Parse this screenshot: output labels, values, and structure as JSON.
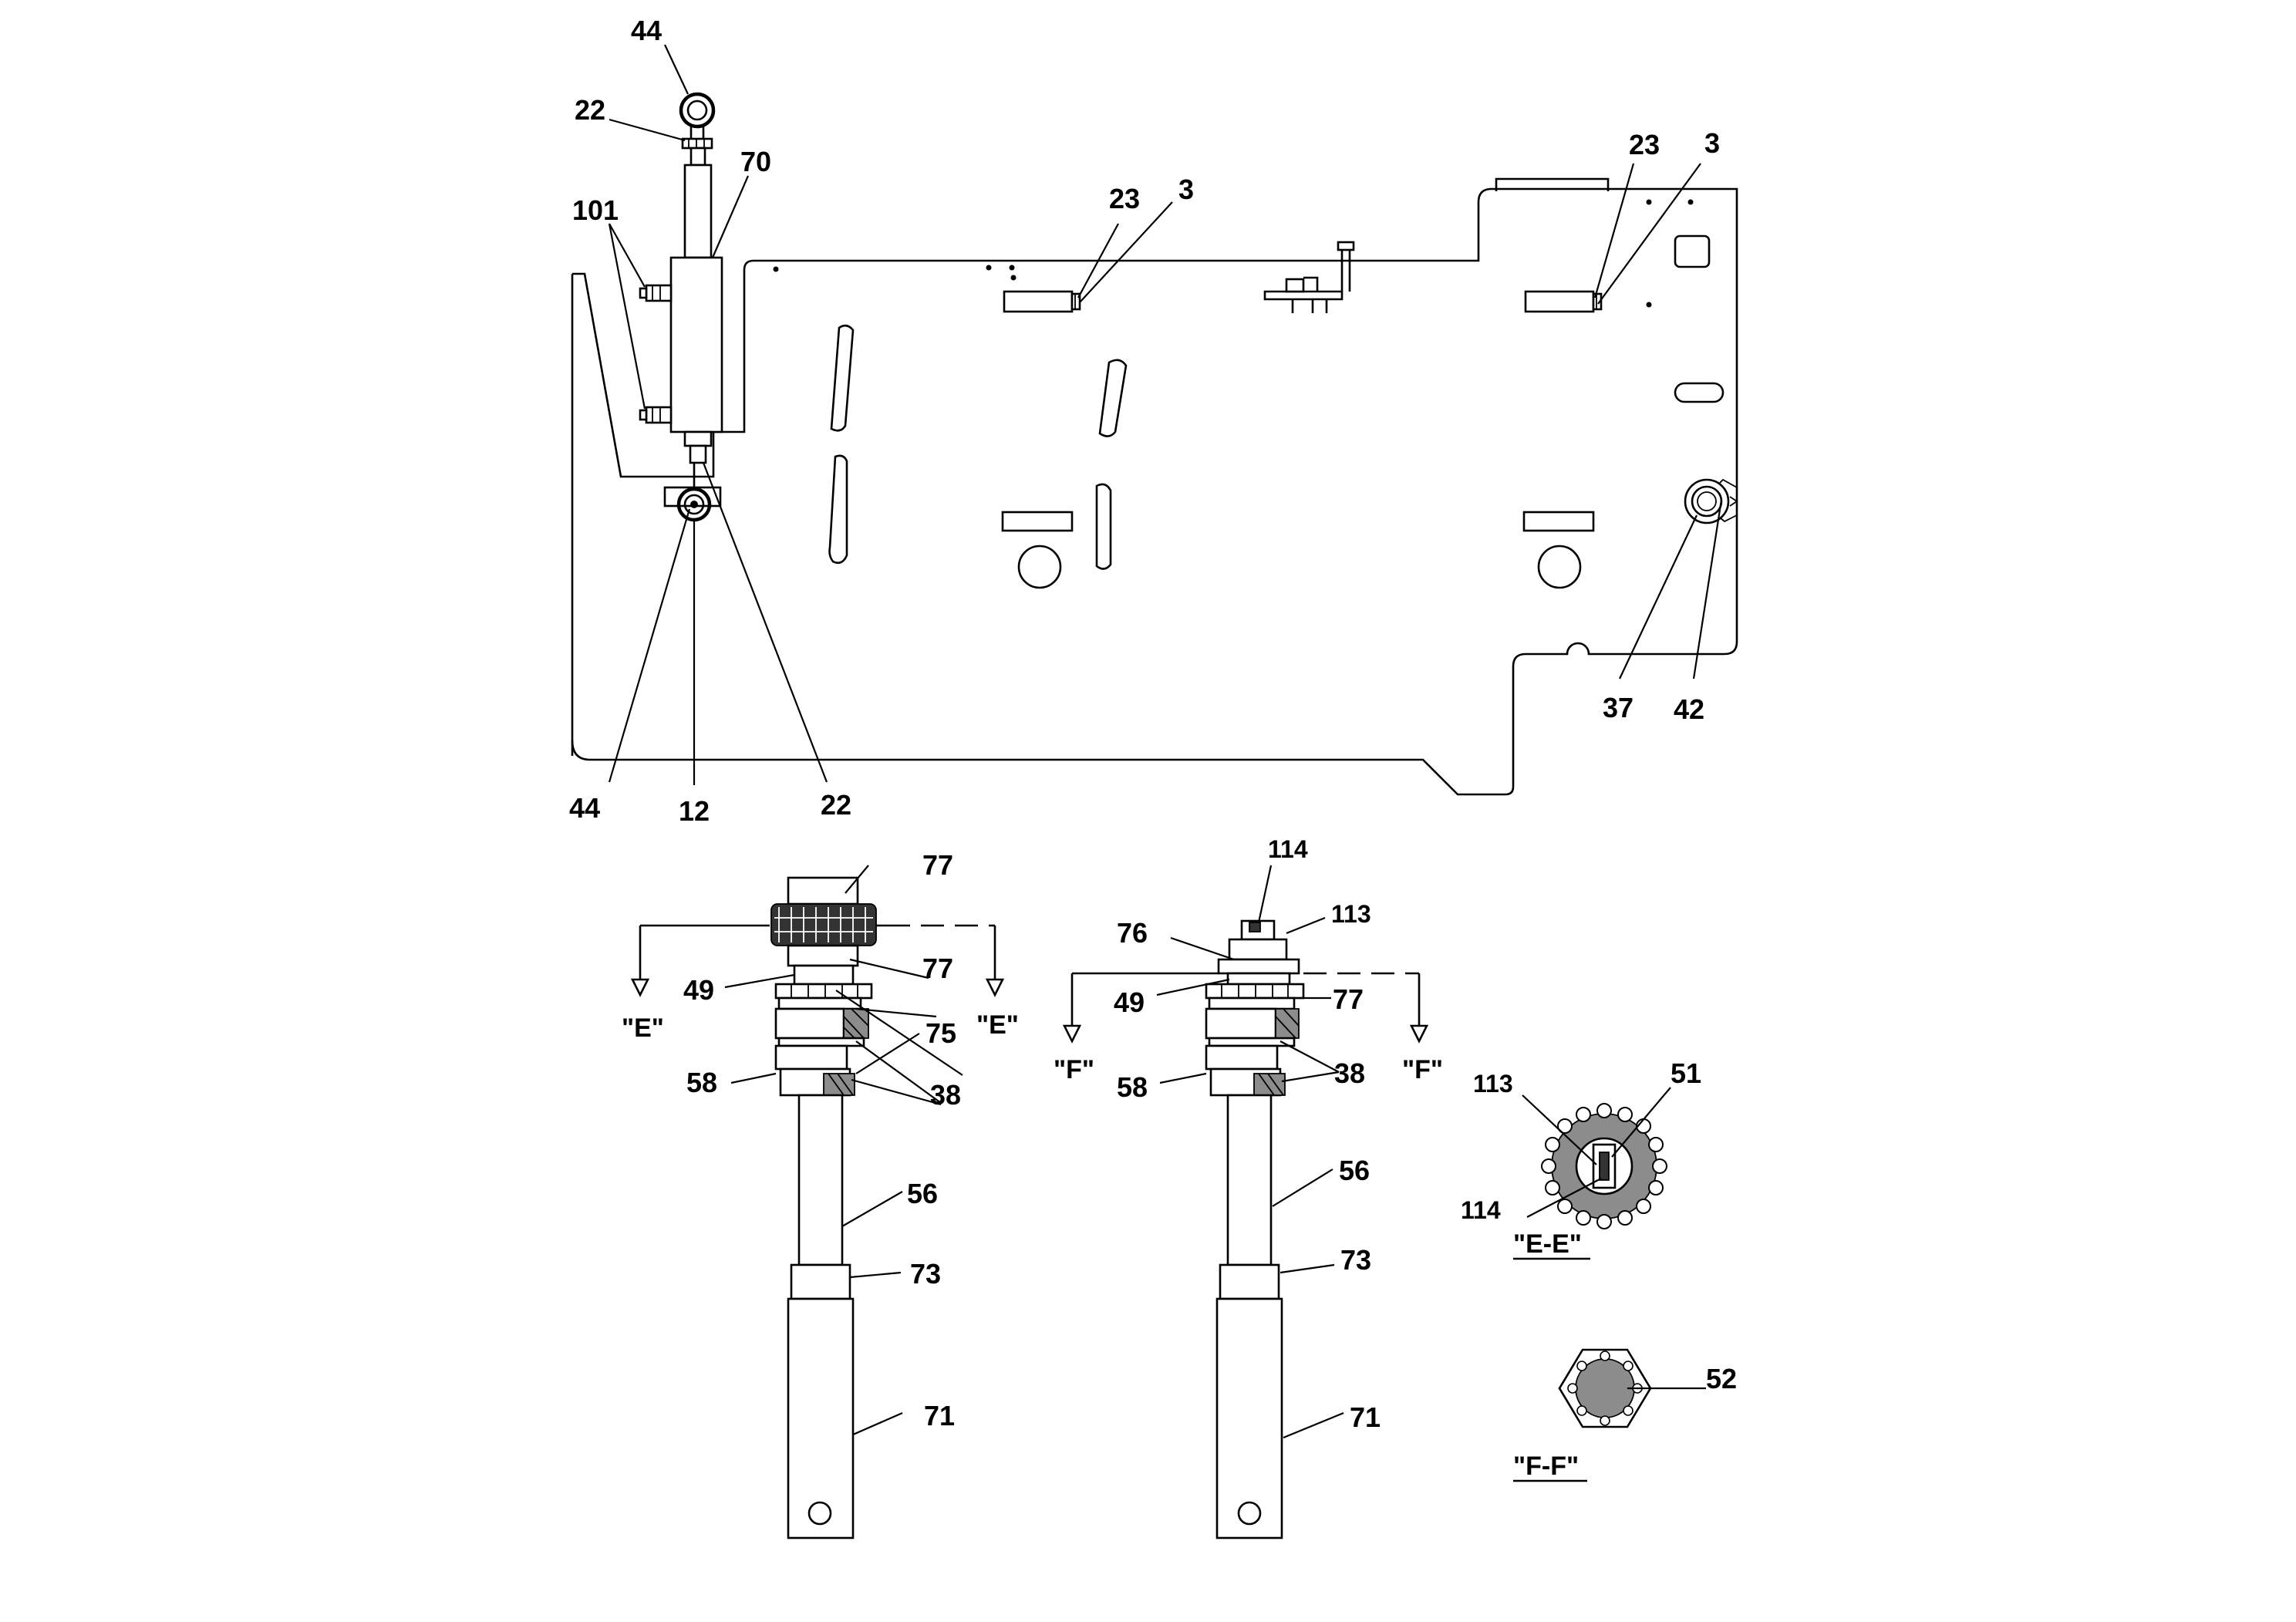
{
  "callouts": {
    "c44_top": "44",
    "c22_top": "22",
    "c70": "70",
    "c101": "101",
    "c23_mid": "23",
    "c3_mid": "3",
    "c23_right": "23",
    "c3_right": "3",
    "c37": "37",
    "c42": "42",
    "c44_bot": "44",
    "c12": "12",
    "c22_bot": "22",
    "l77_a": "77",
    "l77_b": "77",
    "l49": "49",
    "l75": "75",
    "l58": "58",
    "l38": "38",
    "l56": "56",
    "l73": "73",
    "l71": "71",
    "r114": "114",
    "r113": "113",
    "r76": "76",
    "r49": "49",
    "r77": "77",
    "r58": "58",
    "r38": "38",
    "r56": "56",
    "r73": "73",
    "r71": "71",
    "s113": "113",
    "s51": "51",
    "s114": "114",
    "s52": "52"
  },
  "section_marks": {
    "e_left": "\"E\"",
    "e_right": "\"E\"",
    "f_left": "\"F\"",
    "f_right": "\"F\""
  },
  "section_titles": {
    "ee": "\"E-E\"",
    "ff": "\"F-F\""
  }
}
